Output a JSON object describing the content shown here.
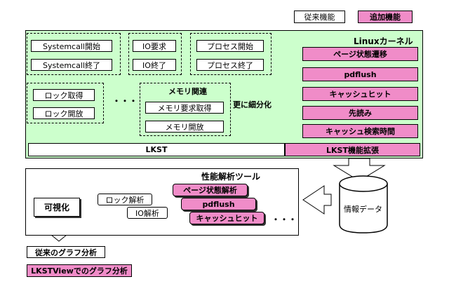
{
  "legend": {
    "existing": "従来機能",
    "added": "追加機能"
  },
  "kernel": {
    "title": "Linuxカーネル",
    "syscall": [
      "Systemcall開始",
      "Systemcall終了"
    ],
    "io": [
      "IO要求",
      "IO終了"
    ],
    "process": [
      "プロセス開始",
      "プロセス終了"
    ],
    "lock": [
      "ロック取得",
      "ロック開放"
    ],
    "ellipsis": "・・・",
    "memory_title": "メモリ関連",
    "memory": [
      "メモリ要求取得",
      "メモリ開放"
    ],
    "subdivide": "更に細分化",
    "added_events": [
      "ページ状態遷移",
      "pdflush",
      "キャッシュヒット",
      "先読み",
      "キャッシュ検索時間"
    ],
    "lkst": "LKST",
    "lkst_ext": "LKST機能拡張"
  },
  "tools": {
    "title": "性能解析ツール",
    "visualize": "可視化",
    "lock_analysis": "ロック解析",
    "io_analysis": "IO解析",
    "page_analysis": "ページ状態解析",
    "pdflush": "pdflush",
    "cache_hit": "キャッシュヒット",
    "ellipsis": "・・・"
  },
  "db": {
    "label": "情報データ"
  },
  "outputs": {
    "existing": "従来のグラフ分析",
    "lkstview": "LKSTViewでのグラフ分析"
  },
  "colors": {
    "kernel_bg": "#ccffcc",
    "added": "#f08cc8"
  }
}
